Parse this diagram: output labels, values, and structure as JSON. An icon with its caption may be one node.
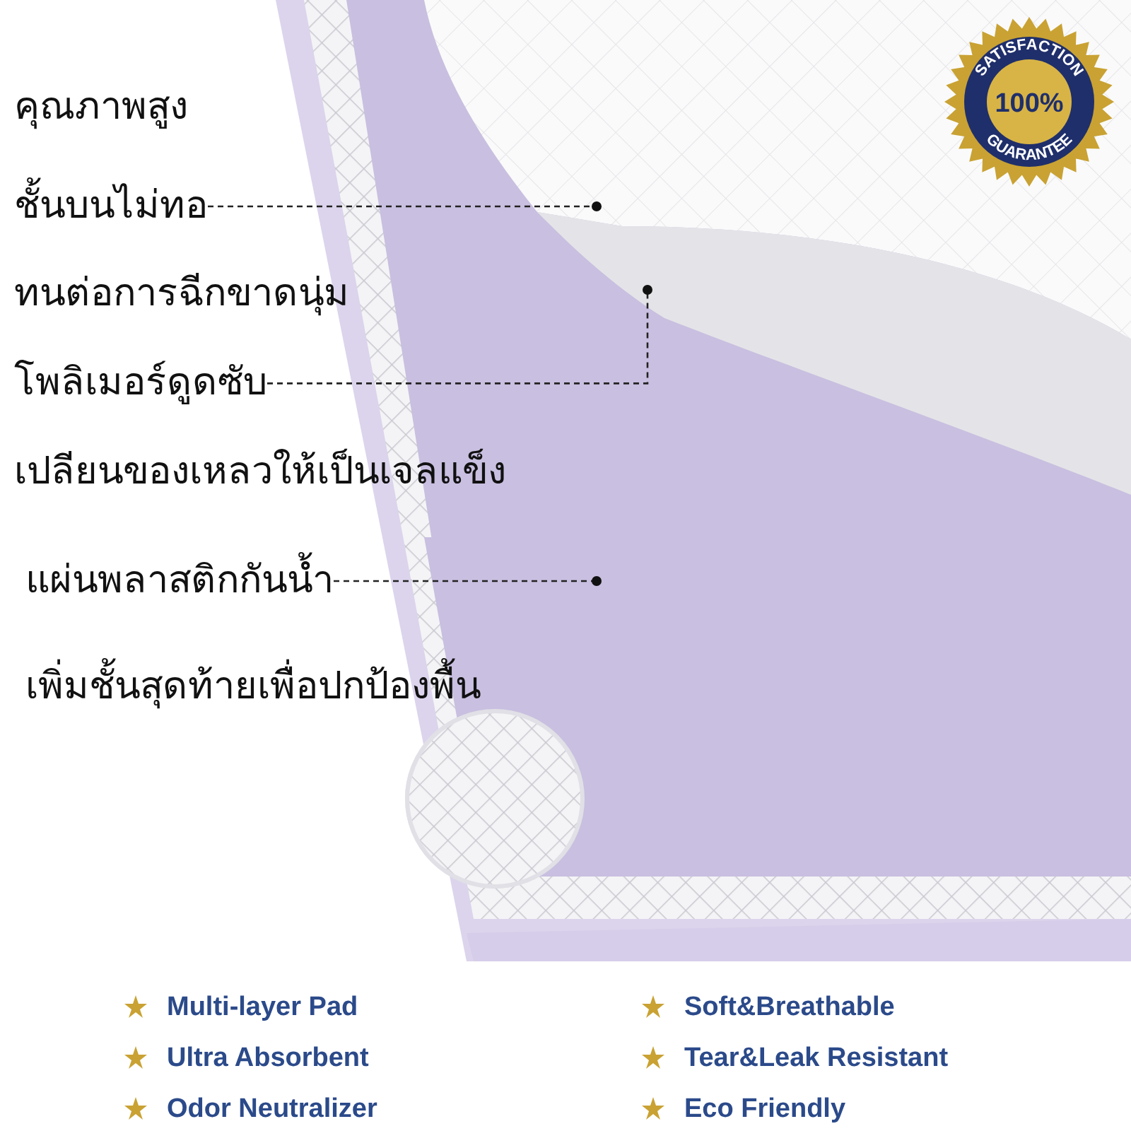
{
  "diagram": {
    "nodes": [
      {
        "text": [
          "ชั้นบนไม่ทอ"
        ]
      },
      {
        "text": [],
        "shape": "picture"
      },
      {
        "text": [
          "โพลิเมอร์ดูดซับ"
        ]
      },
      {
        "text": [],
        "shape": "picture"
      },
      {
        "text": [
          "แผ่นพลาสติกกันน้ำ"
        ]
      },
      {
        "text": [],
        "shape": "picture"
      }
    ],
    "edges": [
      {
        "from": 0,
        "to": 1,
        "arrow": "other",
        "style": "dashed"
      },
      {
        "from": 2,
        "to": 3,
        "arrow": "other",
        "style": "dashed"
      },
      {
        "from": 4,
        "to": 5,
        "arrow": "other",
        "style": "dashed"
      }
    ],
    "labels": [
      "คุณภาพสูง",
      "SATISFACTION",
      "100%",
      "GUARANTEE",
      "ทนต่อการฉีกขาดนุ่ม",
      "เปลียนของเหลวให้เป็นเจลแข็ง",
      "เพิ่มชั้นสุดท้ายเพื่อปกป้องพื้น",
      "Multi-layer Pad",
      "Soft&Breathable",
      "Ultra Absorbent",
      "Tear&Leak Resistant",
      "Odor Neutralizer",
      "Eco Friendly"
    ]
  }
}
